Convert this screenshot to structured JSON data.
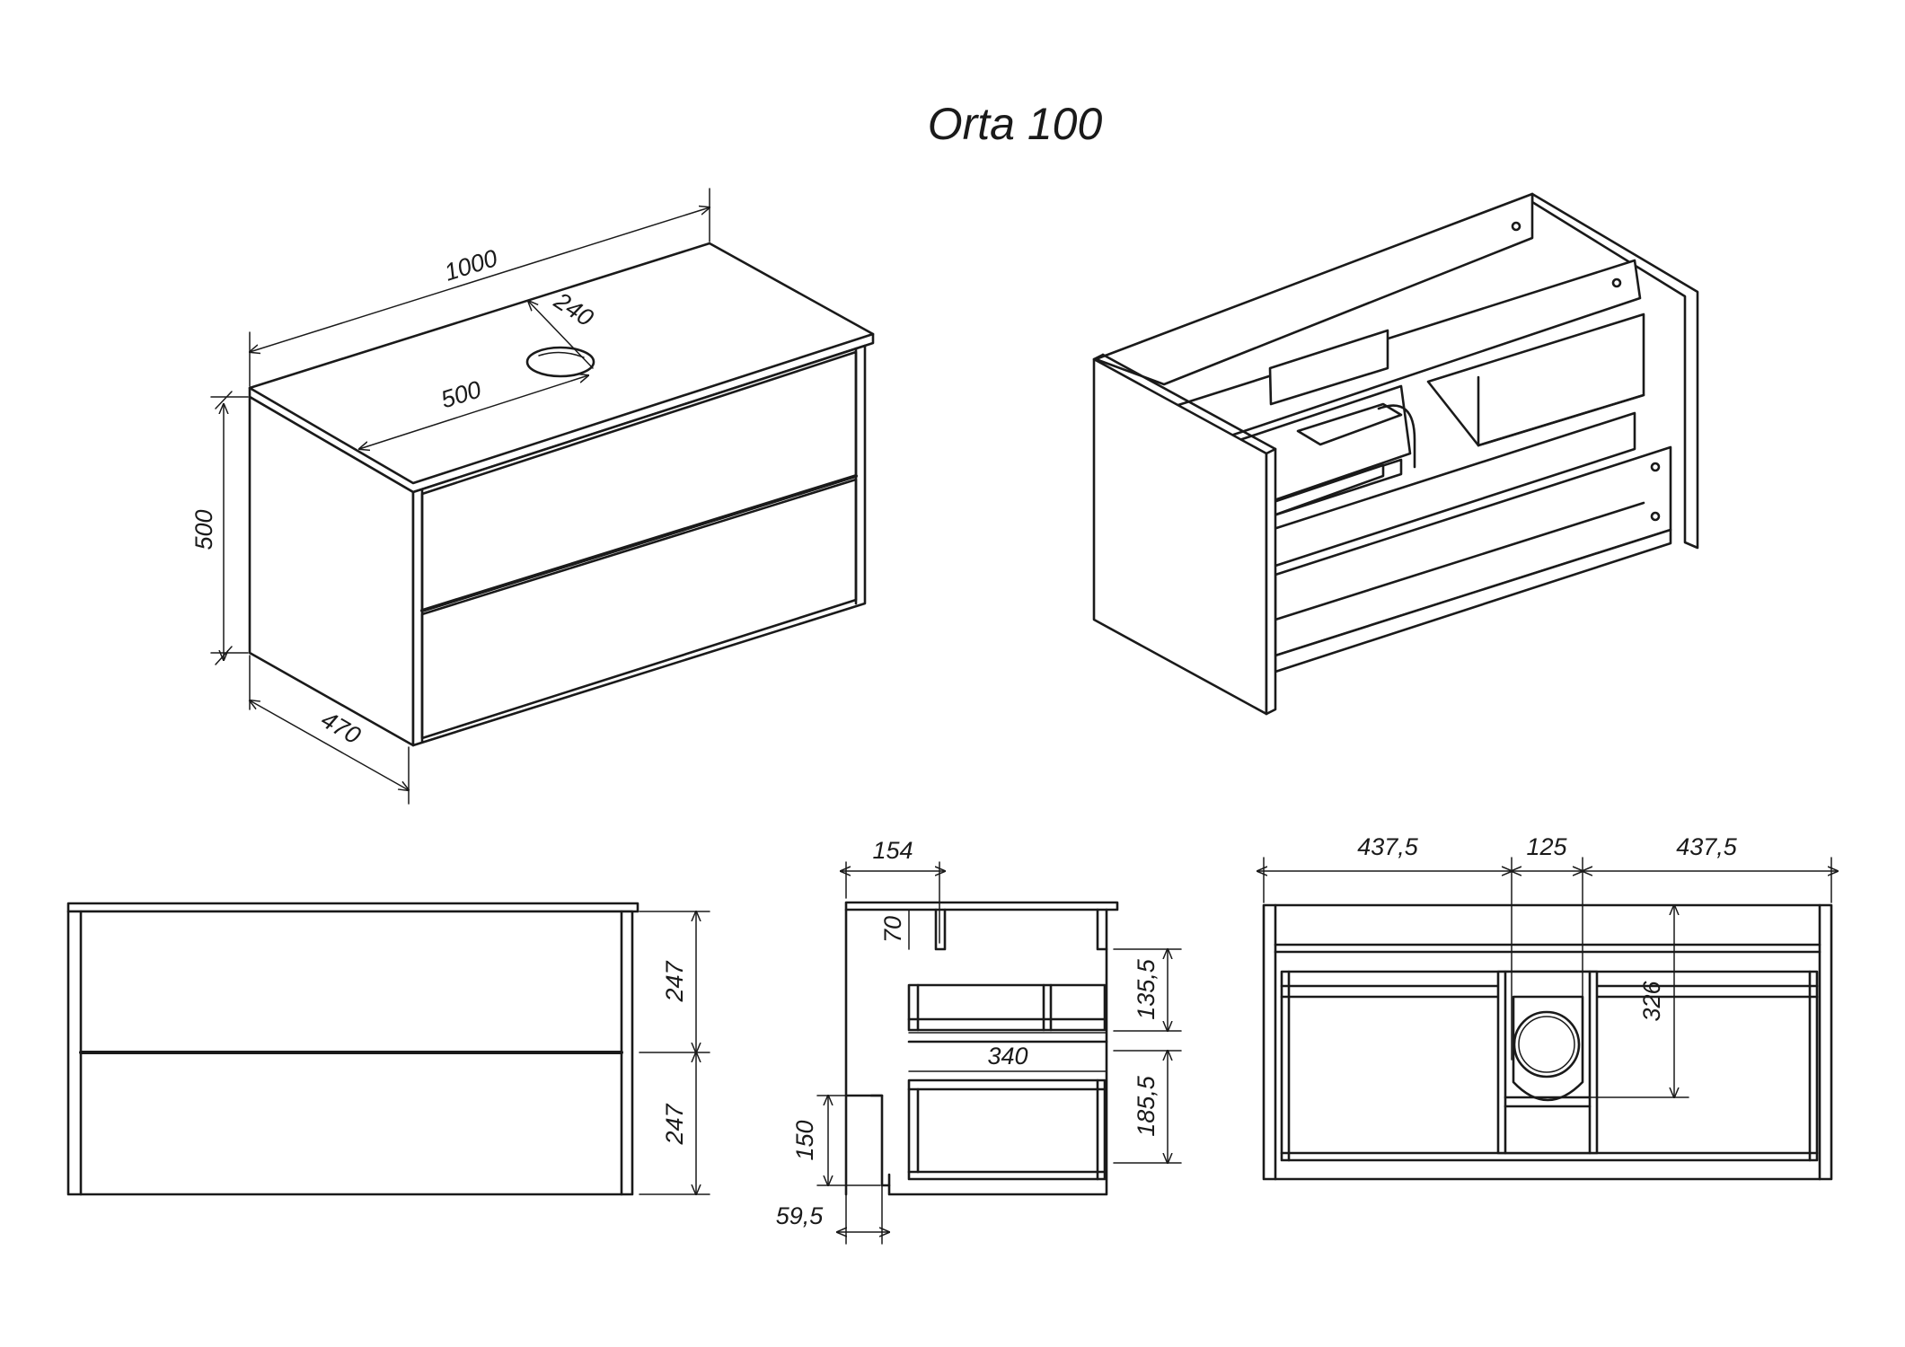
{
  "title": "Orta 100",
  "dimensions": {
    "width": "1000",
    "height": "500",
    "depth": "470",
    "hole_offset_x": "500",
    "hole_offset_depth": "240",
    "drawer_front_top": "247",
    "drawer_front_bottom": "247",
    "top_recess_width": "154",
    "top_recess_height": "70",
    "upper_drawer_height": "135,5",
    "drawer_inner_width": "340",
    "lower_drawer_height": "185,5",
    "plinth_height": "150",
    "plinth_offset": "59,5",
    "left_section": "437,5",
    "center_section": "125",
    "right_section": "437,5",
    "siphon_height": "326"
  }
}
